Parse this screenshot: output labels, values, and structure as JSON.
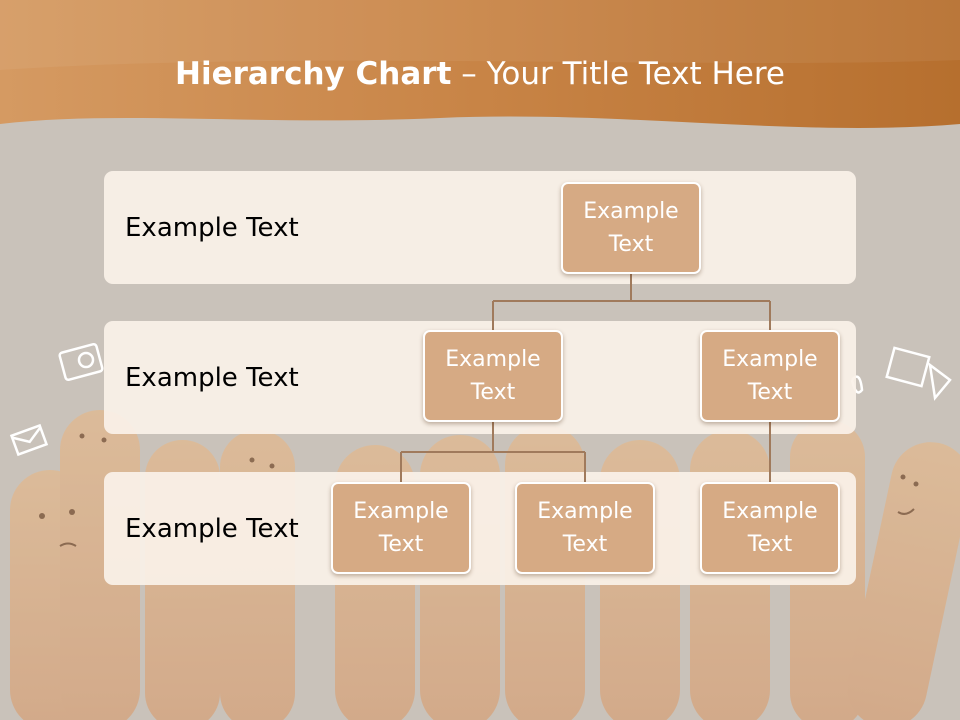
{
  "title": {
    "bold": "Hierarchy Chart",
    "rest": " – Your Title Text Here"
  },
  "levels": [
    {
      "label": "Example Text"
    },
    {
      "label": "Example Text"
    },
    {
      "label": "Example Text"
    }
  ],
  "nodes": {
    "root": "Example\nText",
    "mid_left": "Example\nText",
    "mid_right": "Example\nText",
    "bottom_1": "Example\nText",
    "bottom_2": "Example\nText",
    "bottom_3": "Example\nText"
  },
  "colors": {
    "header": "#b8733a",
    "node_fill": "#d6aa84",
    "band_fill": "#faf1e8",
    "connector": "#a07a5c"
  }
}
